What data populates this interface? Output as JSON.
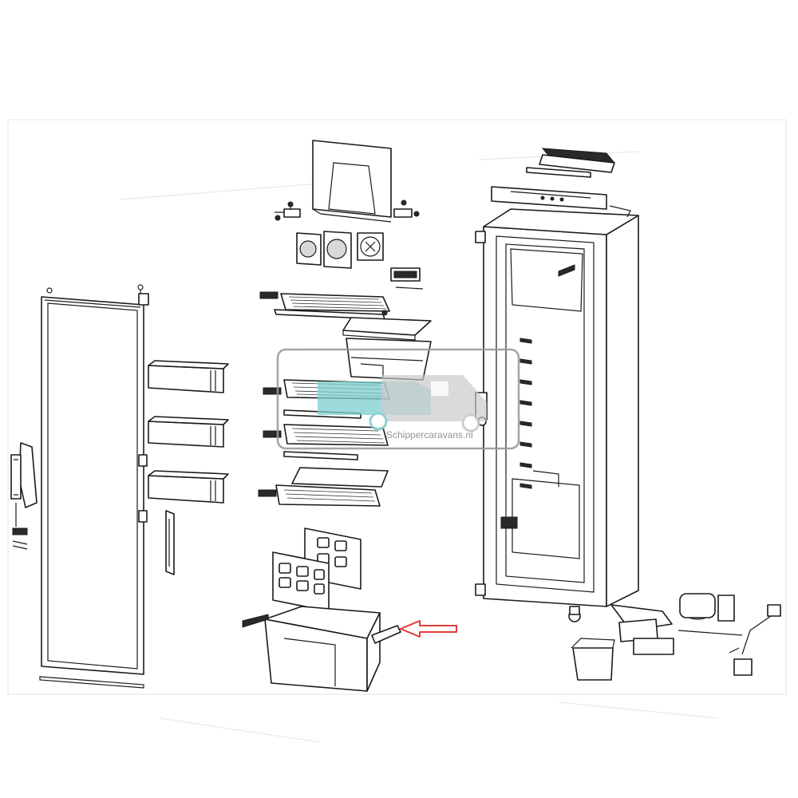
{
  "diagram": {
    "type": "exploded parts view",
    "subject": "refrigerator"
  },
  "watermark": {
    "text": "Schippercaravans.nl",
    "color_camper_top": "#7fcfcf",
    "color_camper_body": "#c8c8c8",
    "color_frame": "#9a9a9a"
  },
  "pointer": {
    "color": "#e23b3b",
    "direction": "left"
  }
}
